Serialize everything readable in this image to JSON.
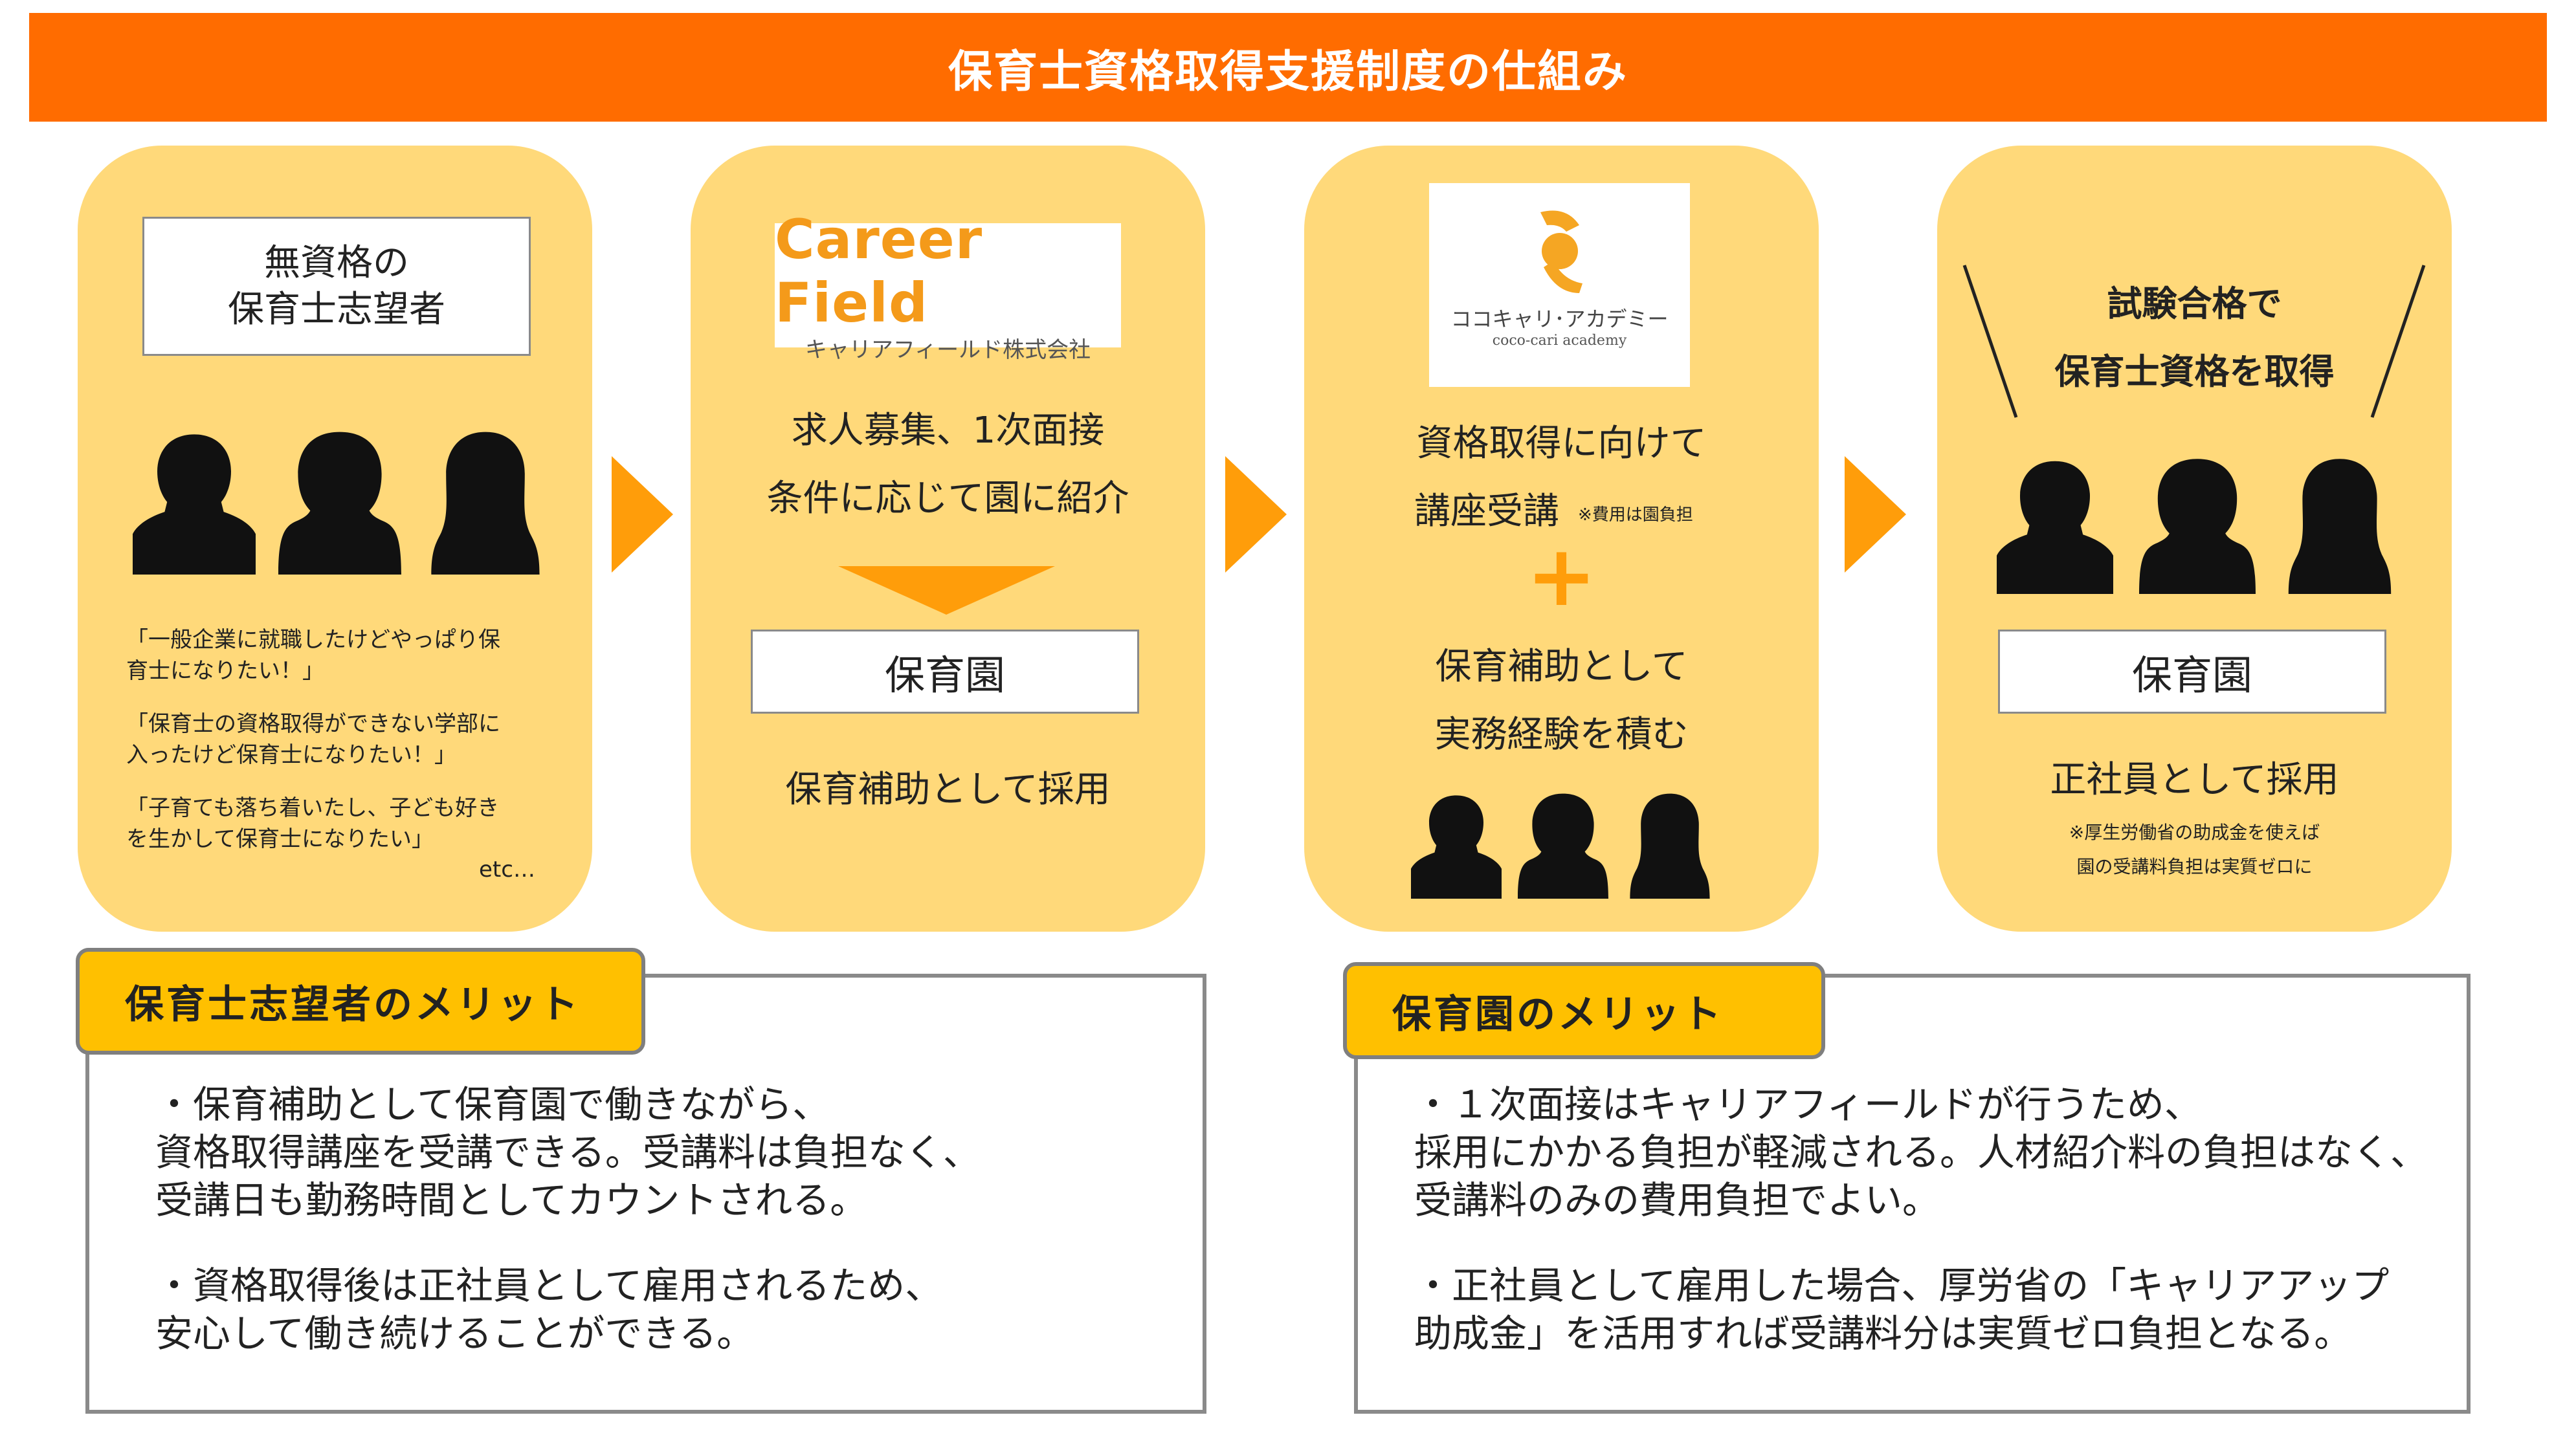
{
  "title": "保育士資格取得支援制度の仕組み",
  "step1": {
    "box_line1": "無資格の",
    "box_line2": "保育士志望者",
    "quote1_l1": "「一般企業に就職したけどやっぱり保",
    "quote1_l2": "育士になりたい！」",
    "quote2_l1": "「保育士の資格取得ができない学部に",
    "quote2_l2": "入ったけど保育士になりたい！」",
    "quote3_l1": "「子育ても落ち着いたし、子ども好き",
    "quote3_l2": "を生かして保育士になりたい」",
    "etc": "etc…"
  },
  "step2": {
    "logo_main": "Career Field",
    "logo_sub": "キャリアフィールド株式会社",
    "line1": "求人募集、1次面接",
    "line2": "条件に応じて園に紹介",
    "box": "保育園",
    "bottom": "保育補助として採用"
  },
  "step3": {
    "logo_jp": "ココキャリ･アカデミー",
    "logo_en": "coco-cari academy",
    "line1": "資格取得に向けて",
    "line2": "講座受講",
    "note": "※費用は園負担",
    "plus": "+",
    "line3": "保育補助として",
    "line4": "実務経験を積む"
  },
  "step4": {
    "head1": "試験合格で",
    "head2": "保育士資格を取得",
    "box": "保育園",
    "bottom": "正社員として採用",
    "note1": "※厚生労働省の助成金を使えば",
    "note2": "園の受講料負担は実質ゼロに"
  },
  "merit_left": {
    "title": "保育士志望者のメリット",
    "p1": "・保育補助として保育園で働きながら、\n資格取得講座を受講できる。受講料は負担なく、\n受講日も勤務時間としてカウントされる。",
    "p2": "・資格取得後は正社員として雇用されるため、\n安心して働き続けることができる。"
  },
  "merit_right": {
    "title": "保育園のメリット",
    "p1": "・１次面接はキャリアフィールドが行うため、\n採用にかかる負担が軽減される。人材紹介料の負担はなく、\n受講料のみの費用負担でよい。",
    "p2": "・正社員として雇用した場合、厚労省の「キャリアアップ\n助成金」を活用すれば受講料分は実質ゼロ負担となる。"
  },
  "colors": {
    "banner": "#ff6c00",
    "card": "#ffd97a",
    "arrow": "#ff9d0a",
    "title_tab": "#ffc000"
  }
}
